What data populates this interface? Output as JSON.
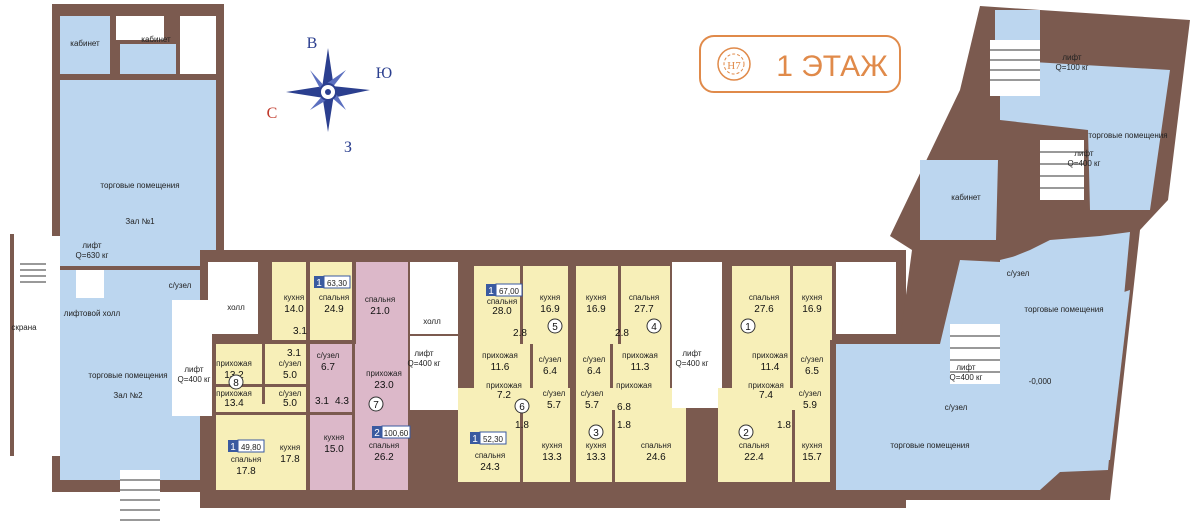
{
  "floor_badge": {
    "logo_text": "H7",
    "title": "1 ЭТАЖ",
    "accent": "#e08a4a"
  },
  "compass": {
    "north": "В",
    "east": "Ю",
    "west": "С",
    "south": "З",
    "color_ns": "#2b3f8f",
    "color_w": "#c0392b"
  },
  "colors": {
    "commercial": "#bcd6ef",
    "apartment": "#f7efb8",
    "apartment_highlight": "#dcb8c9",
    "wall": "#7b5a4f"
  },
  "left_block": {
    "cabinet1": "кабинет",
    "cabinet2": "кабинет",
    "hall1": "торговые помещения",
    "hall1_name": "Зал №1",
    "lift": "лифт",
    "lift_capacity": "Q=630 кг",
    "lift_hall": "лифтовой холл",
    "hall2": "торговые помещения",
    "hall2_name": "Зал №2",
    "ramp": "скрана",
    "wc": "с/узел"
  },
  "right_block": {
    "lift1": "лифт",
    "lift1_capacity": "Q=100 кг",
    "hall1": "торговые помещения",
    "lift2": "лифт",
    "lift2_capacity": "Q=400 кг",
    "cabinet": "кабинет",
    "wc1": "с/узел",
    "hall2": "торговые помещения",
    "lift3": "лифт",
    "lift3_capacity": "Q=400 кг",
    "wc2": "с/узел",
    "level": "-0,000",
    "hall3": "торговые помещения"
  },
  "common": {
    "hall": "холл",
    "lift": "лифт",
    "lift_capacity": "Q=400 кг"
  },
  "apartments": [
    {
      "num": "8",
      "rooms": "1",
      "area": "49,80",
      "items": [
        [
          "прихожая",
          "13.2"
        ],
        [
          "с/узел",
          "5.0"
        ],
        [
          "прихожая",
          "13.4"
        ],
        [
          "с/узел",
          "5.0"
        ],
        [
          "спальня",
          "17.8"
        ],
        [
          "кухня",
          "17.8"
        ],
        [
          "",
          "3.1"
        ]
      ]
    },
    {
      "num": "7",
      "rooms": "2",
      "area": "100,60",
      "items": [
        [
          "с/узел",
          "6.7"
        ],
        [
          "прихожая",
          "23.0"
        ],
        [
          "кухня",
          "15.0"
        ],
        [
          "спальня",
          "26.2"
        ],
        [
          "спальня",
          "21.0"
        ],
        [
          "",
          "3.1"
        ],
        [
          "",
          "4.3"
        ]
      ]
    },
    {
      "num": "",
      "rooms": "1",
      "area": "63,30",
      "items": [
        [
          "кухня",
          "14.0"
        ],
        [
          "спальня",
          "24.9"
        ],
        [
          "",
          "3.1"
        ]
      ]
    },
    {
      "num": "5",
      "rooms": "1",
      "area": "67,00",
      "items": [
        [
          "спальня",
          "28.0"
        ],
        [
          "кухня",
          "16.9"
        ],
        [
          "прихожая",
          "11.6"
        ],
        [
          "с/узел",
          "6.4"
        ],
        [
          "",
          "2.8"
        ]
      ]
    },
    {
      "num": "4",
      "rooms": "",
      "area": "",
      "items": [
        [
          "кухня",
          "16.9"
        ],
        [
          "спальня",
          "27.7"
        ],
        [
          "с/узел",
          "6.4"
        ],
        [
          "прихожая",
          "11.3"
        ],
        [
          "",
          "2.8"
        ]
      ]
    },
    {
      "num": "6",
      "rooms": "1",
      "area": "52,30",
      "items": [
        [
          "прихожая",
          "7.2"
        ],
        [
          "с/узел",
          "5.7"
        ],
        [
          "спальня",
          "24.3"
        ],
        [
          "кухня",
          "13.3"
        ],
        [
          "",
          "1.8"
        ]
      ]
    },
    {
      "num": "3",
      "rooms": "",
      "area": "",
      "items": [
        [
          "с/узел",
          "5.7"
        ],
        [
          "прихожая",
          "6.8"
        ],
        [
          "кухня",
          "13.3"
        ],
        [
          "спальня",
          "24.6"
        ],
        [
          "",
          "1.8"
        ]
      ]
    },
    {
      "num": "1",
      "rooms": "",
      "area": "",
      "items": [
        [
          "спальня",
          "27.6"
        ],
        [
          "кухня",
          "16.9"
        ],
        [
          "прихожая",
          "11.4"
        ],
        [
          "с/узел",
          "6.5"
        ]
      ]
    },
    {
      "num": "2",
      "rooms": "",
      "area": "",
      "items": [
        [
          "прихожая",
          "7.4"
        ],
        [
          "с/узел",
          "5.9"
        ],
        [
          "спальня",
          "22.4"
        ],
        [
          "кухня",
          "15.7"
        ],
        [
          "",
          "1.8"
        ]
      ]
    }
  ]
}
